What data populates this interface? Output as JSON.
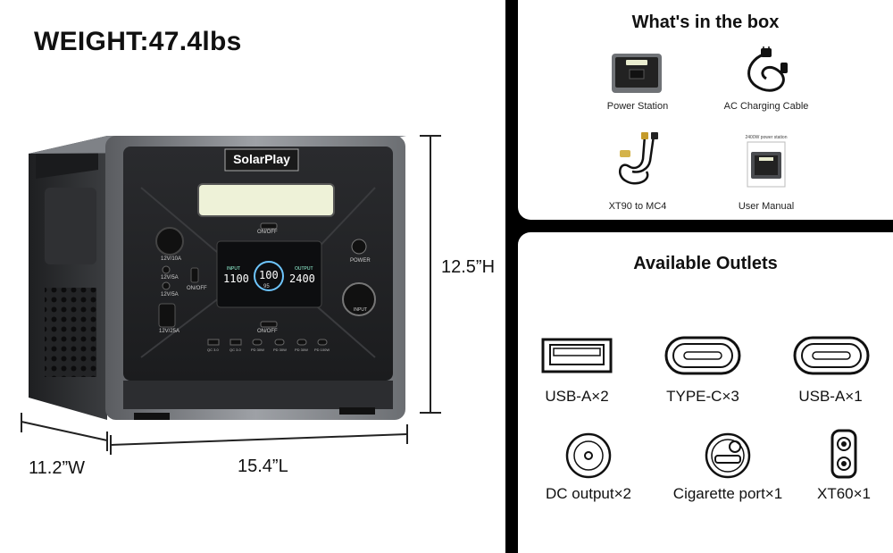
{
  "weight": "WEIGHT:47.4lbs",
  "brand": "SolarPlay",
  "dimensions": {
    "height": "12.5”H",
    "width": "11.2”W",
    "length": "15.4”L"
  },
  "device_labels": {
    "onoff_top": "ON/OFF",
    "onoff_left": "ON/OFF",
    "onoff_bottom": "ON/OFF",
    "power": "POWER",
    "input": "INPUT",
    "dc_12v10a": "12V/10A",
    "dc_12v5a_1": "12V/5A",
    "dc_12v5a_2": "12V/5A",
    "dc_12v25a": "12V/25A",
    "screen_input": "INPUT",
    "screen_output": "OUTPUT",
    "screen_input_value": "1100",
    "screen_output_value": "2400",
    "screen_percent": "100",
    "screen_sub": "95",
    "usb_ports": [
      "QC 3.0",
      "QC 3.0",
      "PD 30W",
      "PD 30W",
      "PD 30W",
      "PD 100W"
    ]
  },
  "box": {
    "title": "What's in the box",
    "items": [
      {
        "label": "Power Station",
        "icon": "power-station-icon"
      },
      {
        "label": "AC Charging Cable",
        "icon": "ac-cable-icon"
      },
      {
        "label": "XT90 to MC4",
        "icon": "xt90-mc4-cable-icon"
      },
      {
        "label": "User Manual",
        "icon": "user-manual-icon",
        "cover_text": "2400W power station"
      }
    ]
  },
  "outlets": {
    "title": "Available Outlets",
    "items": [
      {
        "label": "USB-A×2",
        "icon": "usb-a-port-icon"
      },
      {
        "label": "TYPE-C×3",
        "icon": "type-c-port-icon"
      },
      {
        "label": "USB-A×1",
        "icon": "usb-a-rounded-port-icon"
      },
      {
        "label": "DC output×2",
        "icon": "dc-output-icon"
      },
      {
        "label": "Cigarette port×1",
        "icon": "cigarette-port-icon"
      },
      {
        "label": "XT60×1",
        "icon": "xt60-port-icon"
      }
    ]
  }
}
